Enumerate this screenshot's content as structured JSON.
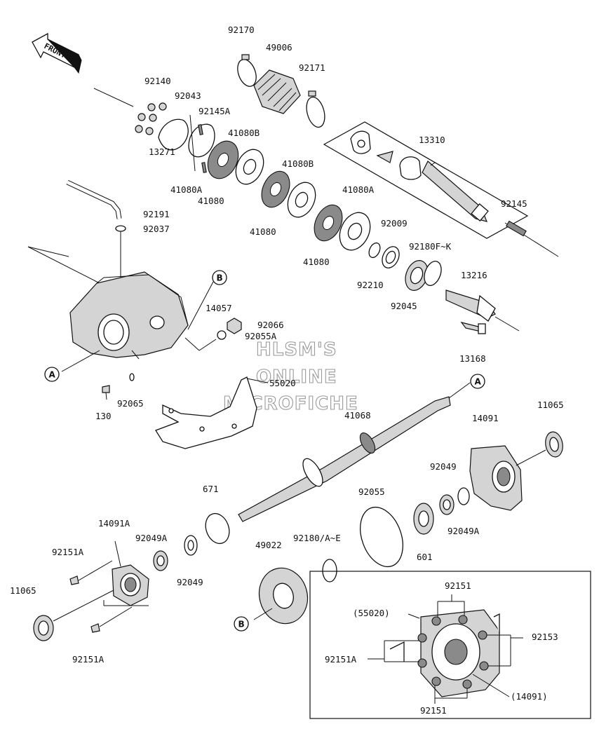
{
  "watermark": {
    "line1": "HLSM'S",
    "line2": "ONLINE",
    "line3": "MICROFICHE"
  },
  "front_arrow": {
    "label": "FRONT"
  },
  "callouts": {
    "a": "A",
    "b": "B"
  },
  "part_labels": {
    "p92170": "92170",
    "p49006": "49006",
    "p92171": "92171",
    "p92140": "92140",
    "p92043": "92043",
    "p92145a": "92145A",
    "p13271": "13271",
    "p41080a_1": "41080A",
    "p41080_1": "41080",
    "p41080b_1": "41080B",
    "p41080b_2": "41080B",
    "p41080_2": "41080",
    "p41080a_2": "41080A",
    "p41080_3": "41080",
    "p13310": "13310",
    "p92145": "92145",
    "p92191": "92191",
    "p92037": "92037",
    "p92009": "92009",
    "p92180fk": "92180F~K",
    "p92210": "92210",
    "p92045": "92045",
    "p13216": "13216",
    "p14057": "14057",
    "p92066": "92066",
    "p92055a": "92055A",
    "p13168": "13168",
    "p55020": "55020",
    "p92065": "92065",
    "p130": "130",
    "p41068": "41068",
    "p14091": "14091",
    "p11065_r": "11065",
    "p92049_r": "92049",
    "p92055": "92055",
    "p92049a_r": "92049A",
    "p601": "601",
    "p671": "671",
    "p14091a": "14091A",
    "p92049a_l": "92049A",
    "p92151a_1": "92151A",
    "p92049_l": "92049",
    "p11065_l": "11065",
    "p92151a_2": "92151A",
    "p92180ae": "92180/A~E",
    "p49022": "49022",
    "inset_92151_top": "92151",
    "inset_55020": "(55020)",
    "inset_92153": "92153",
    "inset_92151a": "92151A",
    "inset_14091": "(14091)",
    "inset_92151_bot": "92151"
  }
}
